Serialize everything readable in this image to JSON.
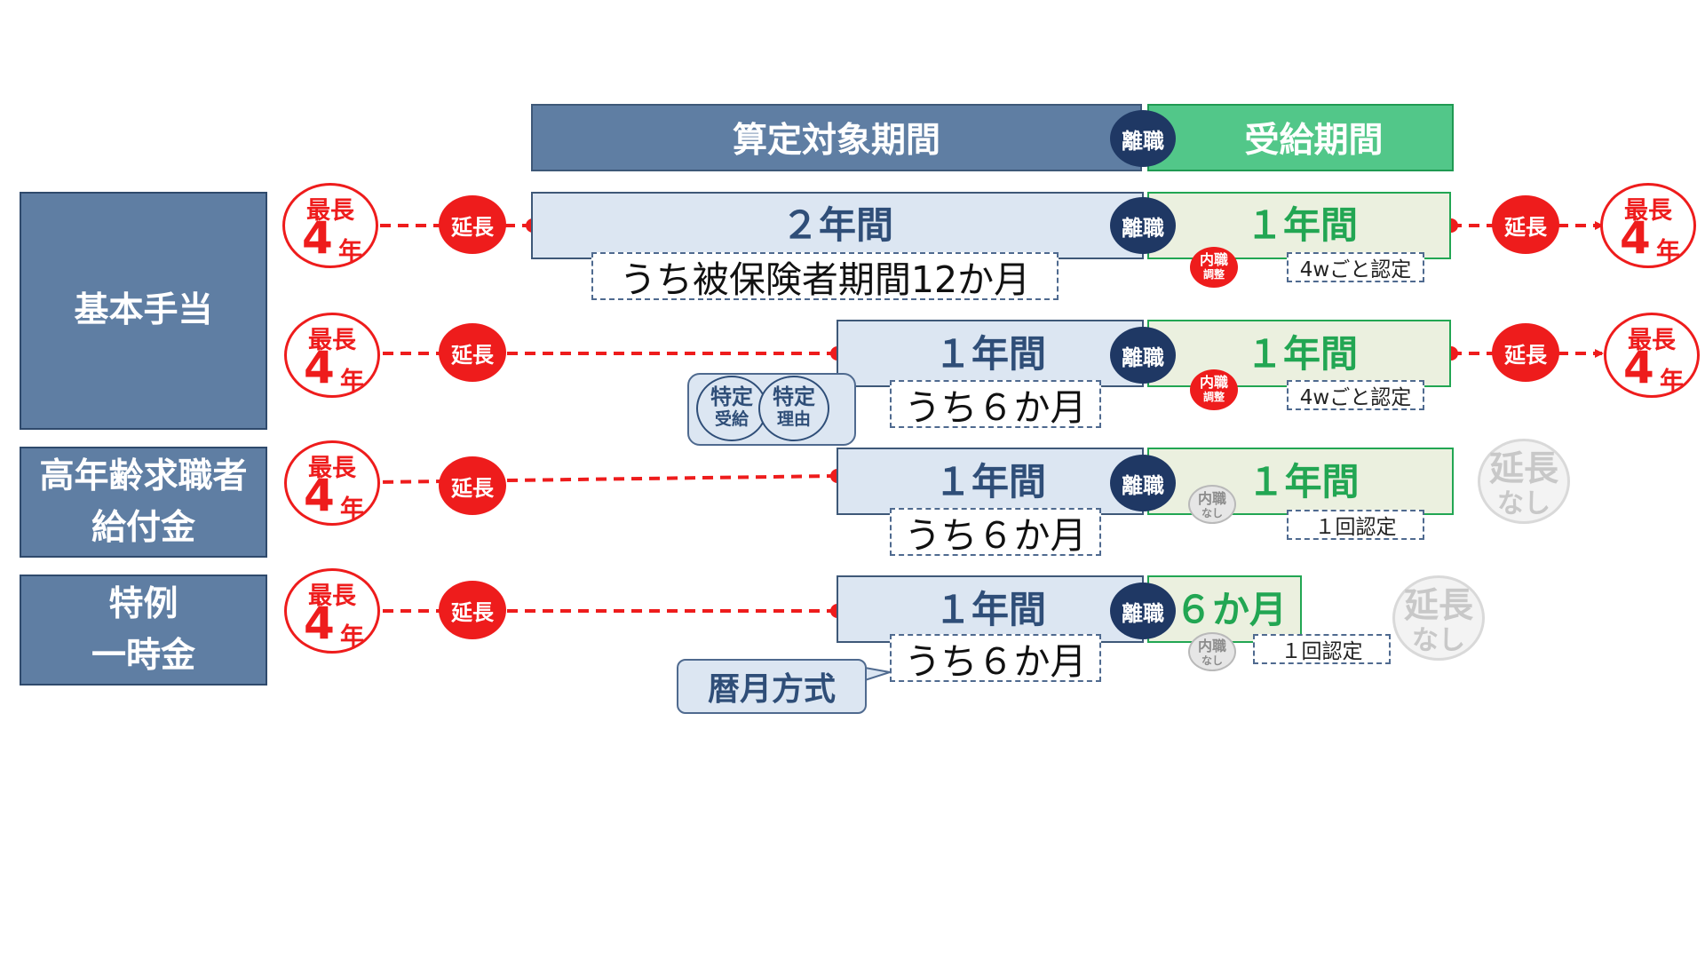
{
  "colors": {
    "calc_header": "#5f7ea3",
    "recv_header": "#52c789",
    "separation": "#1f3864",
    "extension": "#ee1c1c",
    "period_box": "#dce6f2",
    "receive_box": "#ebf0df",
    "receive_text": "#22a653",
    "disabled": "#c8c8c8"
  },
  "header": {
    "calc_period": "算定対象期間",
    "separation": "離職",
    "receive_period": "受給期間"
  },
  "labels": {
    "separation": "離職",
    "extension": "延長",
    "max_top": "最長",
    "max_num": "4",
    "max_unit": "年",
    "adjust_top": "内職",
    "adjust_bottom": "調整",
    "no_adjust_top": "内職",
    "no_adjust_bottom": "なし",
    "no_ext_top": "延長",
    "no_ext_bottom": "なし",
    "special_word": "特定",
    "special_receive": "受給",
    "special_reason": "理由",
    "calendar_method": "暦月方式"
  },
  "categories": {
    "basic": "基本手当",
    "elderly_line1": "高年齢求職者",
    "elderly_line2": "給付金",
    "special_line1": "特例",
    "special_line2": "一時金"
  },
  "rows": [
    {
      "period": "２年間",
      "insured_note": "うち被保険者期間12か月",
      "receive": "１年間",
      "certification": "4wごと認定"
    },
    {
      "period": "１年間",
      "insured_note": "うち６か月",
      "receive": "１年間",
      "certification": "4wごと認定"
    },
    {
      "period": "１年間",
      "insured_note": "うち６か月",
      "receive": "１年間",
      "certification": "１回認定"
    },
    {
      "period": "１年間",
      "insured_note": "うち６か月",
      "receive": "６か月",
      "certification": "１回認定"
    }
  ]
}
